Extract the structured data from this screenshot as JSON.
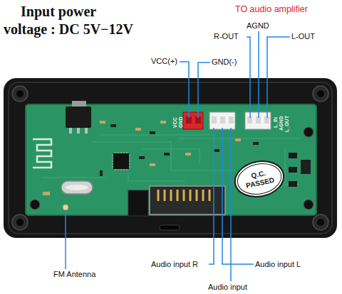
{
  "diagram": {
    "title": "Input power voltage : DC 5V−12V",
    "nodes": [
      {
        "text": [
          "Q.C. PASSED"
        ]
      }
    ],
    "labels": [
      "TO audio amplifier",
      "AGND",
      "R-OUT",
      "L-OUT",
      "VCC(+)",
      "GND(-)",
      "VCC",
      "GND",
      "L_IN",
      "AGND",
      "L_OUT",
      "FM Antenna",
      "Audio input R",
      "Audio input L",
      "Audio input"
    ]
  }
}
